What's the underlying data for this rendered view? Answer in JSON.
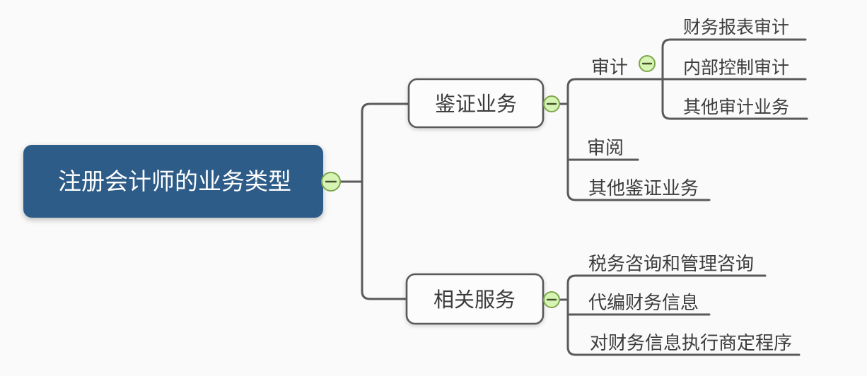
{
  "mindmap": {
    "root": {
      "label": "注册会计师的业务类型"
    },
    "branches": [
      {
        "label": "鉴证业务",
        "children": [
          {
            "label": "审计",
            "children": [
              {
                "label": "财务报表审计"
              },
              {
                "label": "内部控制审计"
              },
              {
                "label": "其他审计业务"
              }
            ]
          },
          {
            "label": "审阅"
          },
          {
            "label": "其他鉴证业务"
          }
        ]
      },
      {
        "label": "相关服务",
        "children": [
          {
            "label": "税务咨询和管理咨询"
          },
          {
            "label": "代编财务信息"
          },
          {
            "label": "对财务信息执行商定程序"
          }
        ]
      }
    ],
    "icons": {
      "collapse": "minus-icon"
    },
    "colors": {
      "root_fill": "#2e5c88",
      "root_text": "#ffffff",
      "node_fill": "#fcfcfc",
      "node_border": "#595959",
      "line_color": "#5a5a5b",
      "text_color": "#3d3d3d",
      "collapse_fill": "#d6f5b4",
      "collapse_border": "#7da64e",
      "background": "#fafafa"
    }
  }
}
